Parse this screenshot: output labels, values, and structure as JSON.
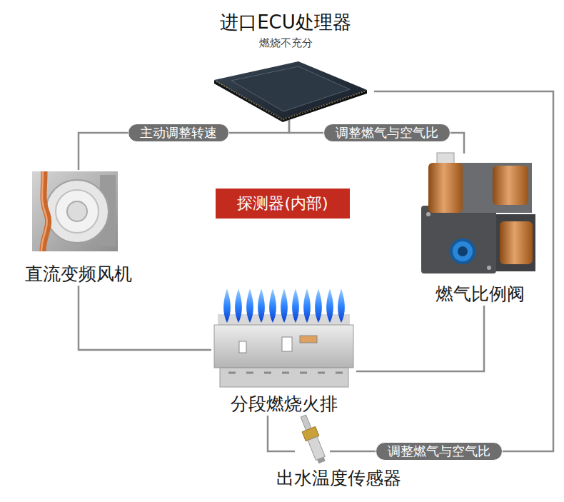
{
  "diagram": {
    "nodes": [
      {
        "text": [
          "进口ECU处理器",
          "燃烧不充分"
        ]
      },
      {
        "text": [
          "直流变频风机"
        ]
      },
      {
        "text": [
          "探测器(内部)"
        ]
      },
      {
        "text": [
          "燃气比例阀"
        ]
      },
      {
        "text": [
          "分段燃烧火排"
        ]
      },
      {
        "text": [
          "出水温度传感器"
        ]
      }
    ],
    "edges": [
      {
        "from": 0,
        "to": 1,
        "arrow": "none",
        "label": "主动调整转速"
      },
      {
        "from": 0,
        "to": 3,
        "arrow": "none",
        "label": "调整燃气与空气比"
      },
      {
        "from": 0,
        "to": 5,
        "arrow": "none",
        "label": "调整燃气与空气比"
      },
      {
        "from": 1,
        "to": 4,
        "arrow": "none"
      },
      {
        "from": 3,
        "to": 4,
        "arrow": "none"
      },
      {
        "from": 4,
        "to": 5,
        "arrow": "none"
      }
    ]
  }
}
